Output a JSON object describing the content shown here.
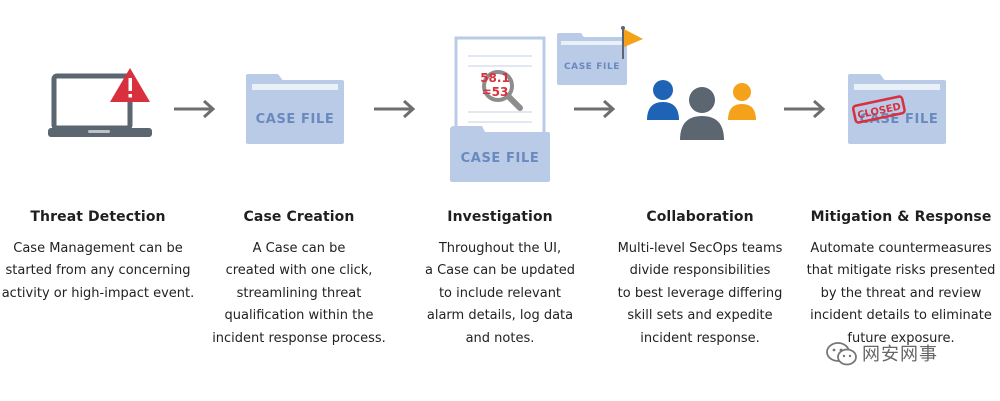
{
  "steps": [
    {
      "title": "Threat Detection",
      "description": "Case Management can be\nstarted from any concerning\nactivity or high-impact event."
    },
    {
      "title": "Case Creation",
      "description": "A Case can be\ncreated with one click,\nstreamlining threat\nqualification within the\nincident response process."
    },
    {
      "title": "Investigation",
      "description": "Throughout the UI,\na Case can be updated\nto include relevant\nalarm details, log data\nand notes."
    },
    {
      "title": "Collaboration",
      "description": "Multi-level SecOps teams\ndivide responsibilities\nto best leverage differing\nskill sets and expedite\nincident response."
    },
    {
      "title": "Mitigation & Response",
      "description": "Automate countermeasures\nthat mitigate risks presented\nby the threat and review\nincident details to eliminate\nfuture exposure."
    }
  ],
  "folders": {
    "case_file_label": "CASE FILE",
    "closed_stamp": "CLOSED"
  },
  "investigation_numbers": {
    "top": "58.1",
    "bottom": "=53"
  },
  "watermark": "网安网事",
  "colors": {
    "alert_red": "#d9303e",
    "folder_blue": "#b9cbe6",
    "folder_text": "#6a89bd",
    "flag_orange": "#f5a21b",
    "person_blue": "#1e63b5",
    "person_gray": "#5b6670",
    "person_orange": "#f5a21b",
    "arrow_gray": "#6e6e6e"
  }
}
